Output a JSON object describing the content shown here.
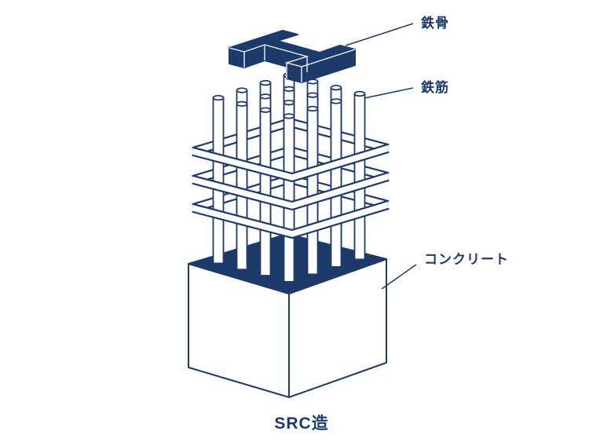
{
  "diagram": {
    "title": "SRC造",
    "labels": {
      "steel_frame": "鉄骨",
      "rebar": "鉄筋",
      "concrete": "コンクリート"
    },
    "colors": {
      "navy": "#1e3a6b",
      "white": "#ffffff"
    }
  }
}
